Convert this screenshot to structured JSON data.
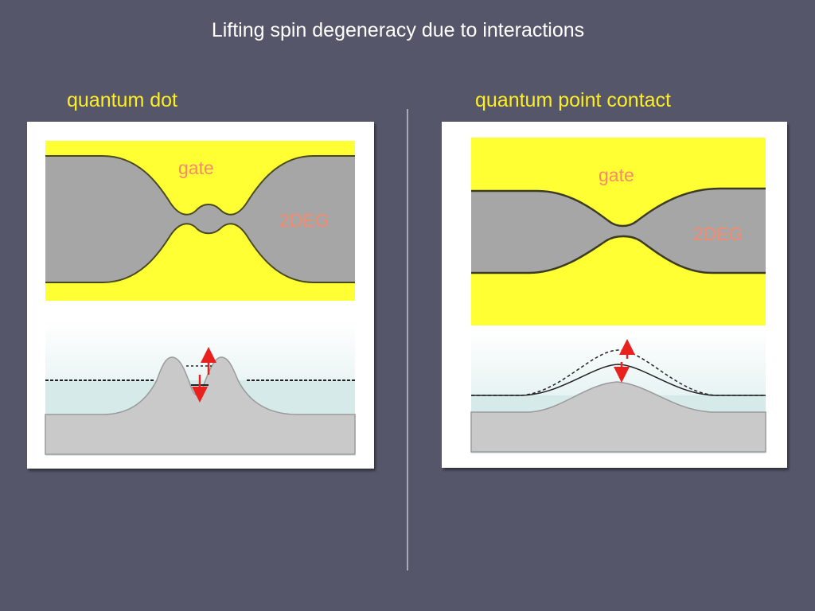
{
  "slide": {
    "title": "Lifting spin degeneracy due to interactions"
  },
  "panels": [
    {
      "heading": "quantum dot",
      "gate_label": "gate",
      "region_label": "2DEG"
    },
    {
      "heading": "quantum point contact",
      "gate_label": "gate",
      "region_label": "2DEG"
    }
  ],
  "colors": {
    "background": "#56566b",
    "heading": "#ffee22",
    "gate": "#ffff33",
    "electron_gas": "#a6a6a6",
    "annotation": "#f58b6e",
    "spin_arrow": "#e8201e"
  },
  "icons": [
    "spin-up-arrow-icon",
    "spin-down-arrow-icon"
  ]
}
